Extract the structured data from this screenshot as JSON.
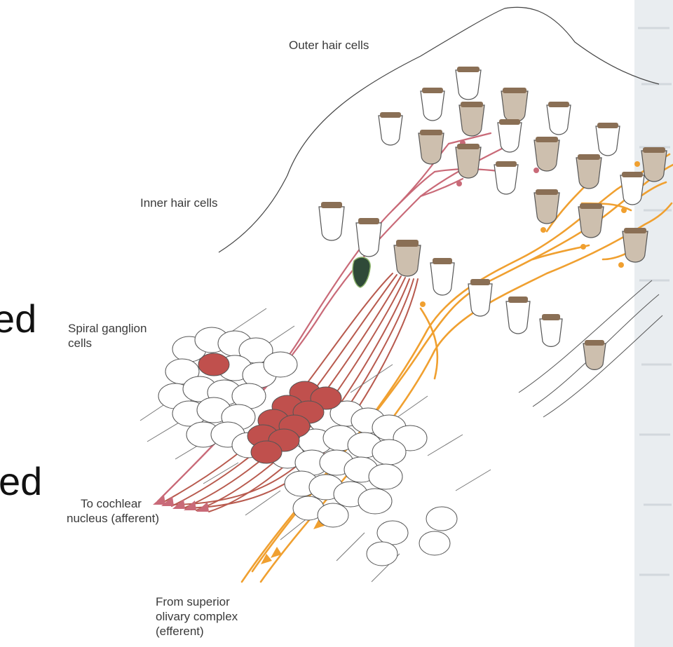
{
  "labels": {
    "outer_hair_cells": "Outer hair cells",
    "inner_hair_cells": "Inner hair cells",
    "spiral_ganglion_line1": "Spiral ganglion",
    "spiral_ganglion_line2": "cells",
    "cochlear_line1": "To cochlear",
    "cochlear_line2": "nucleus (afferent)",
    "olivary_line1": "From superior",
    "olivary_line2": "olivary complex",
    "olivary_line3": "(efferent)"
  },
  "fragments": {
    "upper": "ed",
    "lower": "zed"
  },
  "colors": {
    "afferent": "#c96a78",
    "afferent_dark": "#a94a4a",
    "efferent": "#f0a030",
    "hair_cell_fill": "#cdbfae",
    "hair_cell_light": "#ffffff",
    "ganglion_highlight": "#c0504d",
    "background_strip": "#e9edf0"
  }
}
